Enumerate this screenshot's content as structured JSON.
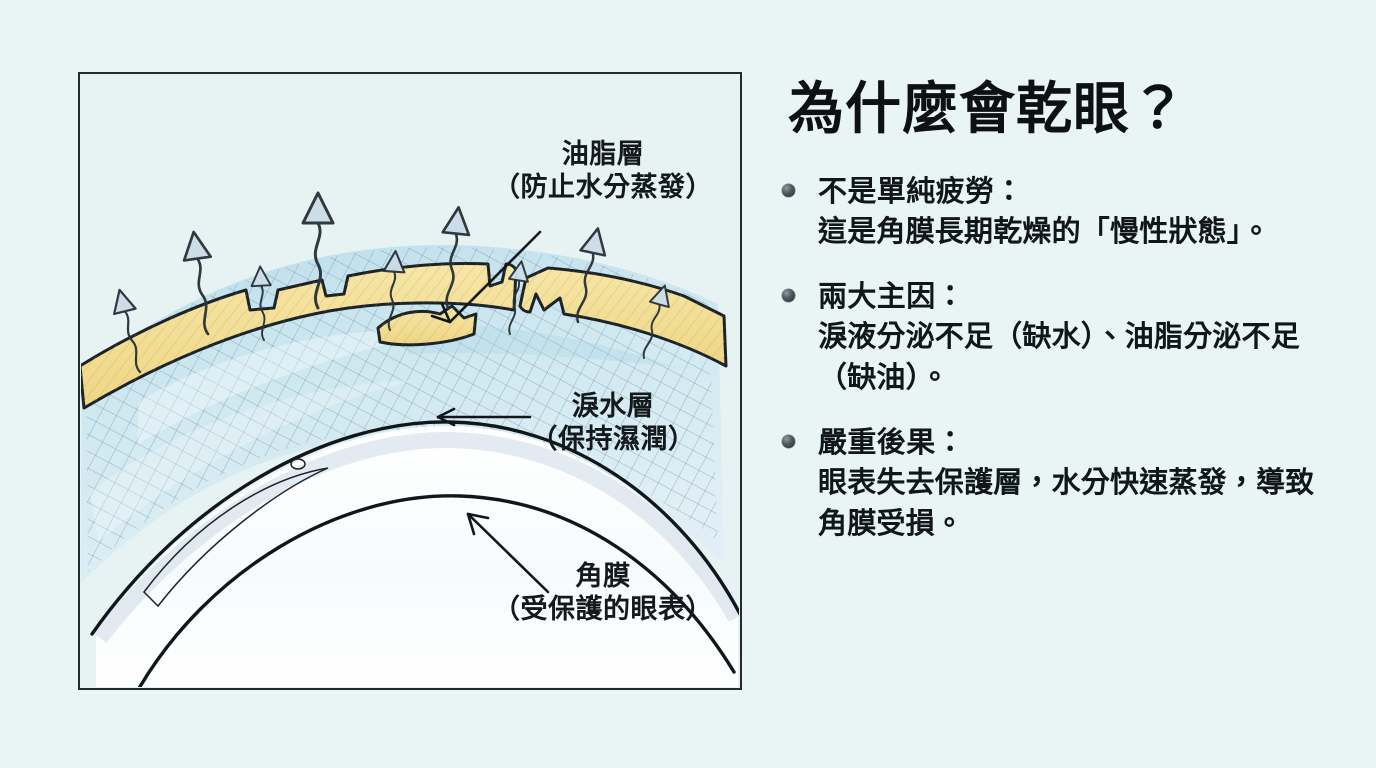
{
  "slide": {
    "background_color": "#e9f5f4",
    "title": "為什麼會乾眼？"
  },
  "illustration": {
    "frame_color": "#1f2b30",
    "panel_background": "#e6f3f2",
    "lipid_color": "#f2dc94",
    "aqueous_color": "#c4e0ec",
    "arrow_color": "#ccdde9",
    "labels": [
      {
        "id": "lipid-layer",
        "title": "油脂層",
        "subtitle": "（防止水分蒸發）"
      },
      {
        "id": "aqueous-layer",
        "title": "淚水層",
        "subtitle": "（保持濕潤）"
      },
      {
        "id": "cornea",
        "title": "角膜",
        "subtitle": "（受保護的眼表）"
      }
    ]
  },
  "content": {
    "bullets": [
      {
        "heading": "不是單純疲勞：",
        "body": "這是角膜長期乾燥的「慢性狀態」。"
      },
      {
        "heading": "兩大主因：",
        "body": "淚液分泌不足（缺水）、油脂分泌不足（缺油）。"
      },
      {
        "heading": "嚴重後果：",
        "body": "眼表失去保護層，水分快速蒸發，導致角膜受損。"
      }
    ]
  }
}
